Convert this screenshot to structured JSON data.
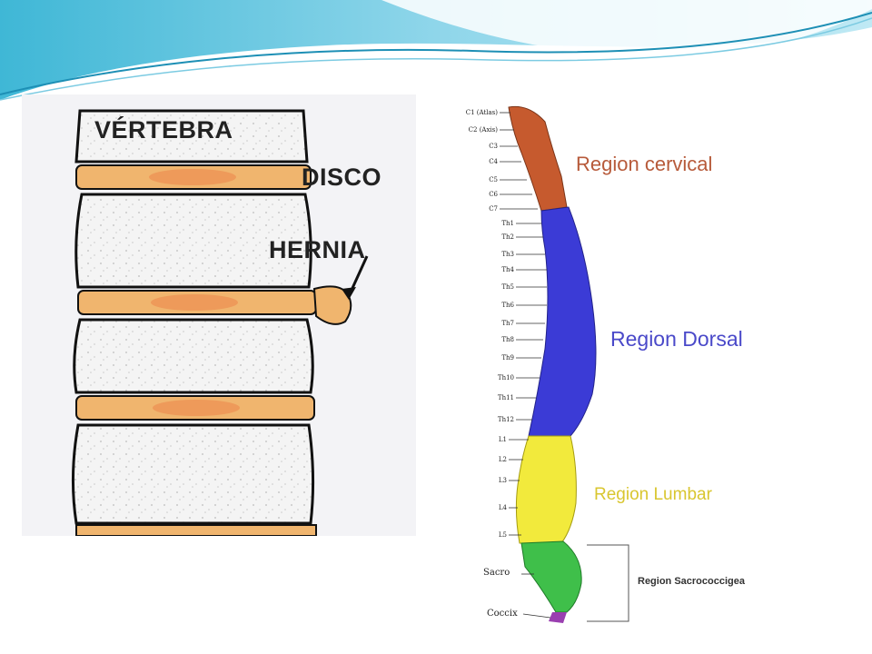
{
  "left_diagram": {
    "labels": {
      "vertebra": "VÉRTEBRA",
      "disco": "DISCO",
      "hernia": "HERNIA"
    },
    "colors": {
      "disc": "#f0b56e",
      "disc_core": "#ee9a5a",
      "bone": "#f2f2f2",
      "outline": "#111111"
    }
  },
  "spine_diagram": {
    "vertebra_labels": [
      "C1 (Atlas)",
      "C2 (Axis)",
      "C3",
      "C4",
      "C5",
      "C6",
      "C7",
      "Th1",
      "Th2",
      "Th3",
      "Th4",
      "Th5",
      "Th6",
      "Th7",
      "Th8",
      "Th9",
      "Th10",
      "Th11",
      "Th12",
      "L1",
      "L2",
      "L3",
      "L4",
      "L5"
    ],
    "regions": {
      "cervical": "Region cervical",
      "dorsal": "Region Dorsal",
      "lumbar": "Region Lumbar",
      "sacrococcigea": "Region Sacrococcigea"
    },
    "labels": {
      "sacro": "Sacro",
      "coccix": "Coccix"
    },
    "colors": {
      "cervical": "#c65a2e",
      "dorsal": "#3b3bd6",
      "lumbar": "#f2ea3c",
      "sacro": "#3fbf4a",
      "coccix": "#9a3fb0"
    }
  }
}
